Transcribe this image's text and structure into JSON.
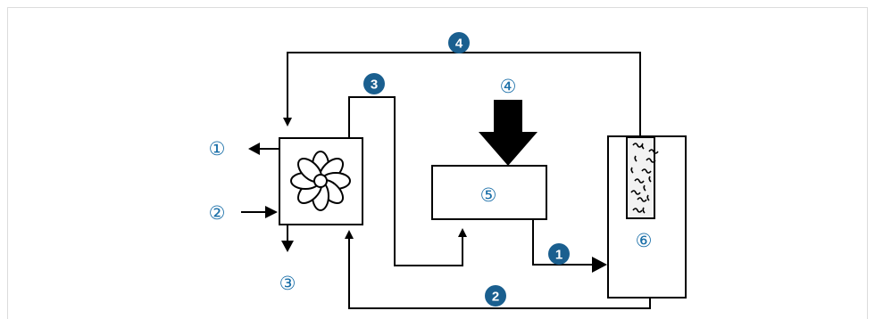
{
  "circled_labels": {
    "exhaust": "①",
    "intake": "②",
    "outlet": "③",
    "input": "④",
    "process": "⑤",
    "storage": "⑥"
  },
  "badges": {
    "b1": "1",
    "b2": "2",
    "b3": "3",
    "b4": "4"
  },
  "colors": {
    "badge": "#1a5f8f",
    "label": "#1a6fa8",
    "line": "#000000"
  }
}
